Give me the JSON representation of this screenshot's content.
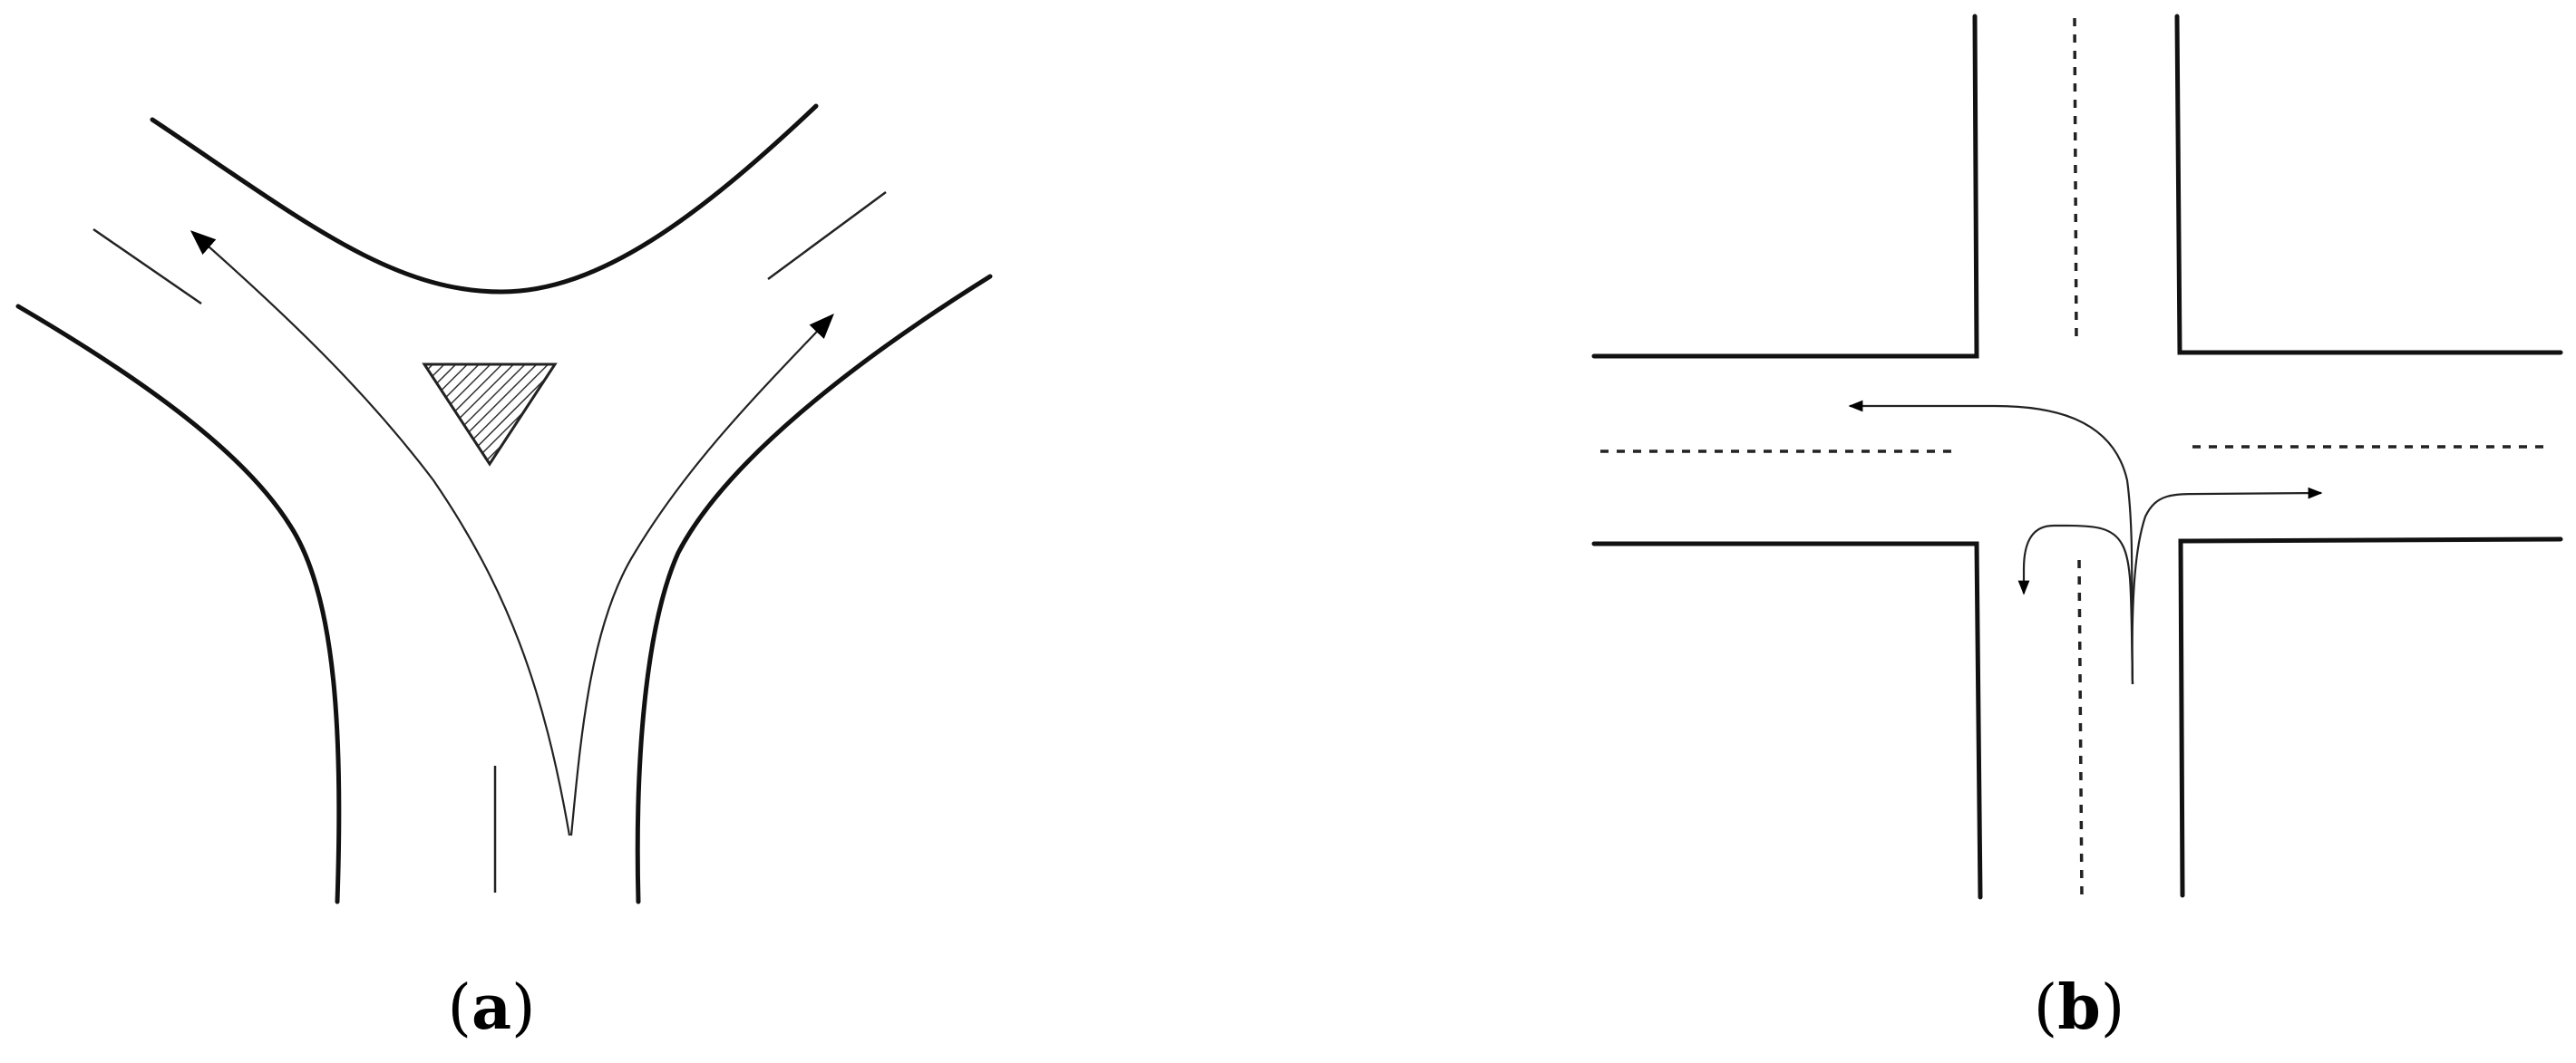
{
  "panels": [
    {
      "id": "a",
      "caption_letter": "a",
      "caption_open": "(",
      "caption_close": ")"
    },
    {
      "id": "b",
      "caption_letter": "b",
      "caption_open": "(",
      "caption_close": ")"
    }
  ],
  "colors": {
    "ink": "#111111",
    "background": "#ffffff"
  }
}
